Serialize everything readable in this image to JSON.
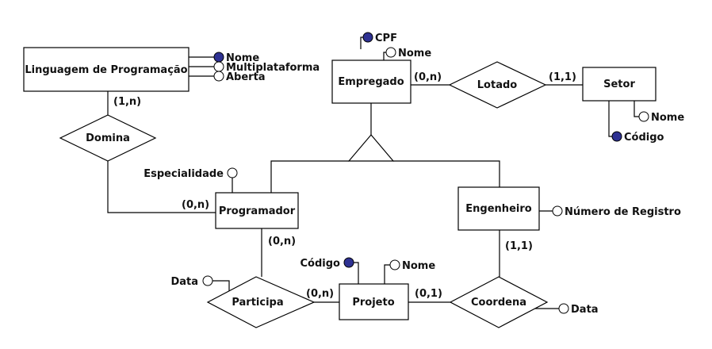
{
  "colors": {
    "key_attribute": "#2e3192",
    "line": "#000000"
  },
  "entities": {
    "linguagem": "Linguagem de Programação",
    "empregado": "Empregado",
    "setor": "Setor",
    "programador": "Programador",
    "engenheiro": "Engenheiro",
    "projeto": "Projeto"
  },
  "relationships": {
    "domina": "Domina",
    "lotado": "Lotado",
    "participa": "Participa",
    "coordena": "Coordena"
  },
  "attributes": {
    "linguagem_nome": "Nome",
    "linguagem_multiplataforma": "Multiplataforma",
    "linguagem_aberta": "Aberta",
    "empregado_cpf": "CPF",
    "empregado_nome": "Nome",
    "setor_nome": "Nome",
    "setor_codigo": "Código",
    "programador_especialidade": "Especialidade",
    "engenheiro_registro": "Número de Registro",
    "projeto_codigo": "Código",
    "projeto_nome": "Nome",
    "participa_data": "Data",
    "coordena_data": "Data"
  },
  "cardinalities": {
    "linguagem_domina": "(1,n)",
    "programador_domina": "(0,n)",
    "empregado_lotado": "(0,n)",
    "setor_lotado": "(1,1)",
    "programador_participa": "(0,n)",
    "projeto_participa": "(0,n)",
    "projeto_coordena": "(0,1)",
    "engenheiro_coordena": "(1,1)"
  }
}
